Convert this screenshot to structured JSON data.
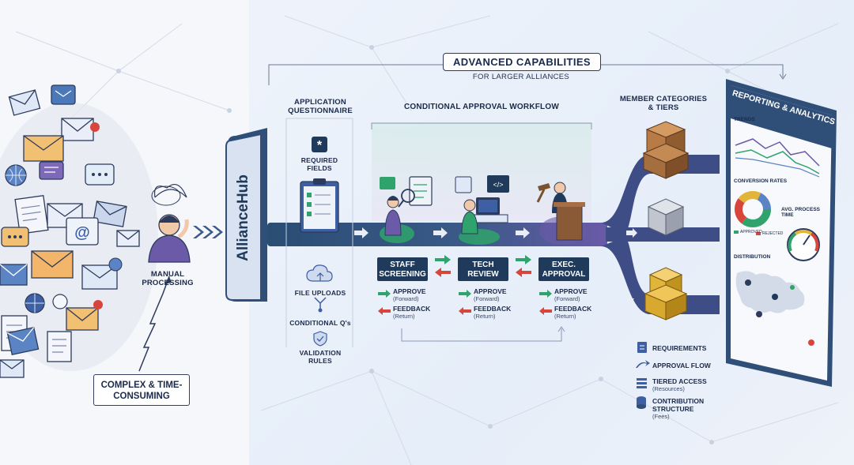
{
  "left": {
    "manual_label": "MANUAL PROCESSING",
    "complex_label": "COMPLEX & TIME-CONSUMING"
  },
  "header": {
    "title": "ADVANCED CAPABILITIES",
    "subtitle": "FOR LARGER ALLIANCES"
  },
  "brand": "AllianceHub",
  "questionnaire": {
    "title": "APPLICATION QUESTIONNAIRE",
    "required": "REQUIRED FIELDS",
    "items": [
      "FILE UPLOADS",
      "CONDITIONAL Q's",
      "VALIDATION RULES"
    ]
  },
  "workflow": {
    "title": "CONDITIONAL APPROVAL WORKFLOW",
    "steps": [
      "STAFF SCREENING",
      "TECH REVIEW",
      "EXEC. APPROVAL"
    ],
    "approve": "APPROVE",
    "approve_sub": "(Forward)",
    "feedback": "FEEDBACK",
    "feedback_sub": "(Return)"
  },
  "tiers": {
    "title": "MEMBER CATEGORIES & TIERS",
    "colors": [
      "#b87b45",
      "#b9bec8",
      "#e2b43a"
    ]
  },
  "side_list": [
    {
      "label": "REQUIREMENTS",
      "sub": ""
    },
    {
      "label": "APPROVAL FLOW",
      "sub": ""
    },
    {
      "label": "TIERED ACCESS",
      "sub": "(Resources)"
    },
    {
      "label": "CONTRIBUTION STRUCTURE",
      "sub": "(Fees)"
    }
  ],
  "report": {
    "title": "REPORTING & ANALYTICS",
    "trends": "TRENDS",
    "conversion": "CONVERSION RATES",
    "avg_time": "AVG. PROCESS TIME",
    "distribution": "DISTRIBUTION",
    "approved": "APPROVED",
    "rejected": "REJECTED"
  },
  "colors": {
    "navy": "#1f3a5a",
    "green": "#2fa36b",
    "red": "#d8453b",
    "purple": "#6a5aa8"
  }
}
